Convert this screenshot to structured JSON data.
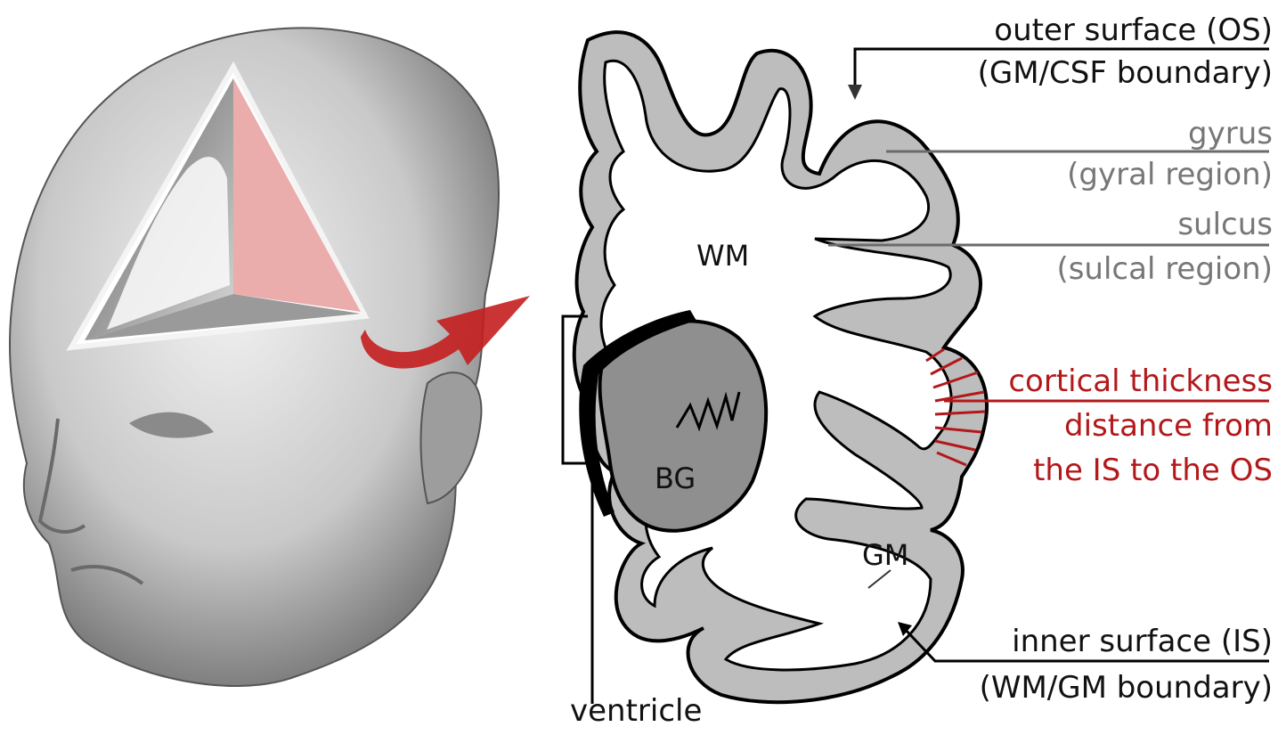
{
  "labels": {
    "outer_surface": "outer surface (OS)",
    "outer_boundary": "(GM/CSF boundary)",
    "gyrus": "gyrus",
    "gyral_region": "(gyral region)",
    "sulcus": "sulcus",
    "sulcal_region": "(sulcal region)",
    "cortical_thickness": "cortical thickness",
    "distance_from": "distance from",
    "is_to_os": "the IS to the OS",
    "inner_surface": "inner surface (IS)",
    "inner_boundary": "(WM/GM boundary)",
    "ventricle": "ventricle",
    "wm": "WM",
    "bg": "BG",
    "gm": "GM"
  },
  "colors": {
    "gray_matter": "#bdbdbd",
    "basal_ganglia": "#8f8f8f",
    "highlight_red": "#b3181b",
    "leader_gray": "#6b6b6b",
    "outline": "#000000"
  }
}
